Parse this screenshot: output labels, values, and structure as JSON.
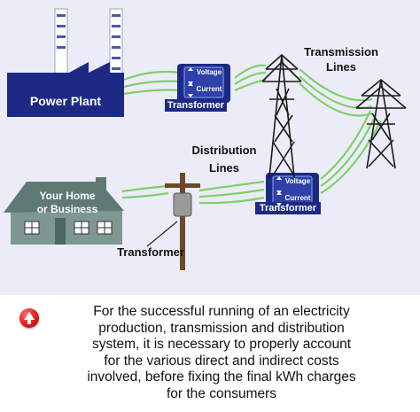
{
  "diagram": {
    "power_plant_label": "Power Plant",
    "transmission_lines_label": "Transmission\nLines",
    "distribution_lines_label": "Distribution\nLines",
    "home_label": "Your Home\nor Business",
    "transformer_label": "Transformer",
    "pole_transformer_label": "Transformer",
    "voltage_label": "Voltage",
    "current_label": "Current",
    "colors": {
      "background": "#ececf8",
      "plant_fill": "#1c2a86",
      "transformer_fill": "#1c2a86",
      "wire": "#7fd06a",
      "house_fill": "#7f9792",
      "tower": "#1a1a1a"
    }
  },
  "caption": {
    "icon": "red-up-arrow-icon",
    "text": "For the successful running of an electricity\nproduction, transmission and distribution\nsystem, it is necessary to properly account\nfor the various direct and indirect costs\ninvolved, before fixing the final kWh charges\nfor the consumers"
  }
}
